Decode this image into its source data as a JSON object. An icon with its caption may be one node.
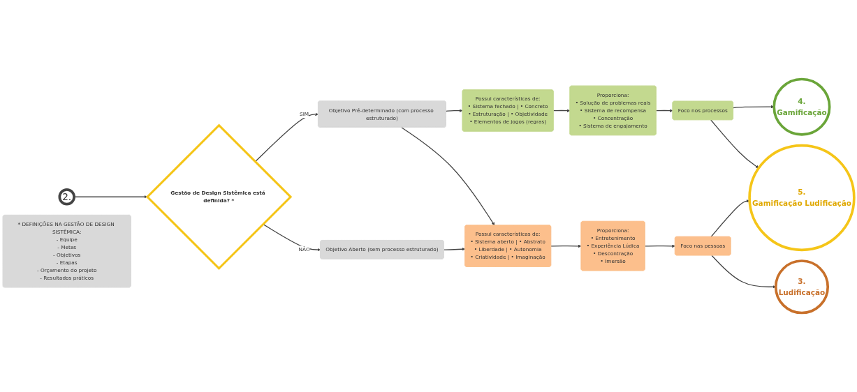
{
  "diagram": {
    "nodes": [
      {
        "text": [
          "2."
        ]
      },
      {
        "text": [
          "Gestão de Design Sistêmica está definida? *"
        ]
      },
      {
        "text": [
          "Objetivo Pré-determinado (com processo estruturado)"
        ]
      },
      {
        "text": [
          "Possui características de:",
          "• Sistema fechado | • Concreto",
          "• Estruturação | • Objetividade",
          "• Elementos de jogos (regras)"
        ]
      },
      {
        "text": [
          "Proporciona:",
          "• Solução de problemas reais",
          "• Sistema de recompensa",
          "• Concentração",
          "• Sistema de engajamento"
        ]
      },
      {
        "text": [
          "Objetivo Aberto (sem processo estruturado)"
        ]
      },
      {
        "text": [
          "Possui características de:",
          "• Sistema aberto | • Abstrato",
          "• Liberdade | • Autonomia",
          "• Criatividade | • Imaginação"
        ]
      },
      {
        "text": [
          "Proporciona:",
          "• Entretenimento",
          "• Experiência Lúdica",
          "• Descontração",
          "• Imersão"
        ]
      },
      {
        "text": [
          "Foco nos processos"
        ]
      },
      {
        "text": [
          "4.",
          "Gamificação"
        ]
      },
      {
        "text": [
          "Foco nas pessoas"
        ]
      },
      {
        "text": [
          "5.",
          "Gamificação Ludificação"
        ]
      },
      {
        "text": [
          "3.",
          "Ludificação"
        ]
      },
      {
        "text": [
          "* DEFINIÇÕES NA GESTÃO DE DESIGN SISTÊMICA:",
          "- Equipe",
          "- Metas",
          "- Objetivos",
          "- Etapas",
          "- Orçamento do projeto",
          "- Resultados práticos"
        ]
      }
    ],
    "edges": [
      {
        "from": 0,
        "to": 1,
        "arrow": "to"
      },
      {
        "from": 1,
        "to": 2,
        "arrow": "to",
        "label": "SIM"
      },
      {
        "from": 1,
        "to": 5,
        "arrow": "to",
        "label": "NÃO"
      },
      {
        "from": 2,
        "to": 3,
        "arrow": "to"
      },
      {
        "from": 2,
        "to": 6,
        "arrow": "to"
      },
      {
        "from": 3,
        "to": 4,
        "arrow": "to"
      },
      {
        "from": 5,
        "to": 6,
        "arrow": "to"
      },
      {
        "from": 6,
        "to": 7,
        "arrow": "to"
      },
      {
        "from": 4,
        "to": 8,
        "arrow": "to"
      },
      {
        "from": 8,
        "to": 9,
        "arrow": "to"
      },
      {
        "from": 8,
        "to": 11,
        "arrow": "to"
      },
      {
        "from": 7,
        "to": 10,
        "arrow": "to"
      },
      {
        "from": 10,
        "to": 11,
        "arrow": "to"
      },
      {
        "from": 10,
        "to": 12,
        "arrow": "to"
      }
    ]
  }
}
